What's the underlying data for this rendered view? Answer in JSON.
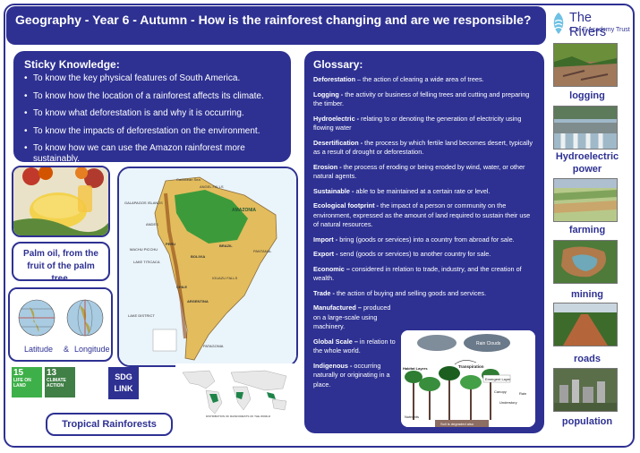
{
  "header": {
    "title": "Geography - Year 6 - Autumn - How is the rainforest changing and are we responsible?",
    "logo_name": "The Rivers",
    "logo_subtitle": "C of E Academy Trust"
  },
  "sticky_knowledge": {
    "heading": "Sticky Knowledge:",
    "items": [
      "To know the key physical features of South America.",
      "To know how the location of a rainforest affects its climate.",
      "To know what deforestation is and why it is occurring.",
      "To know the impacts of deforestation on the environment.",
      "To know how we can use the Amazon rainforest more sustainably."
    ]
  },
  "glossary": {
    "heading": "Glossary:",
    "entries": [
      {
        "term": "Deforestation",
        "def": " – the action of clearing a wide area of trees."
      },
      {
        "term": "Logging -",
        "def": " the activity or business of felling trees and cutting and preparing the timber."
      },
      {
        "term": "Hydroelectric -",
        "def": " relating to or denoting the generation of electricity using flowing water"
      },
      {
        "term": "Desertification -",
        "def": " the process by which fertile land becomes desert, typically as a result of drought or deforestation."
      },
      {
        "term": "Erosion -",
        "def": " the process of eroding or being eroded by wind, water, or other natural agents."
      },
      {
        "term": "Sustainable -",
        "def": " able to be maintained at a certain rate or level."
      },
      {
        "term": "Ecological footprint -",
        "def": " the impact of a person or community on the environment, expressed as the amount of land required to sustain their use of natural resources."
      },
      {
        "term": "Import -",
        "def": " bring (goods or services) into a country from abroad for sale."
      },
      {
        "term": "Export -",
        "def": " send (goods or services) to another country for sale."
      },
      {
        "term": "Economic –",
        "def": " considered in relation to trade, industry, and the creation of wealth."
      },
      {
        "term": "Trade -",
        "def": " the action of buying and selling goods and services."
      },
      {
        "term": "Manufactured –",
        "def": " produced on a large-scale using machinery."
      },
      {
        "term": "Global Scale –",
        "def": " in relation to the whole world."
      },
      {
        "term": "Indigenous -",
        "def": " occurring naturally or originating in a place."
      }
    ]
  },
  "captions": {
    "palm_oil": "Palm oil, from the fruit of the palm tree.",
    "latitude": "Latitude",
    "ampersand": "&",
    "longitude": "Longitude",
    "tropical": "Tropical Rainforests",
    "sdg_link": "SDG LINK"
  },
  "sdg": [
    {
      "num": "15",
      "text": "LIFE ON LAND",
      "color": "#3eb049"
    },
    {
      "num": "13",
      "text": "CLIMATE ACTION",
      "color": "#407f46"
    }
  ],
  "side_images": [
    {
      "label": "logging",
      "icon": "logging-photo"
    },
    {
      "label": "Hydroelectric power",
      "icon": "dam-photo"
    },
    {
      "label": "farming",
      "icon": "farmland-photo"
    },
    {
      "label": "mining",
      "icon": "mine-photo"
    },
    {
      "label": "roads",
      "icon": "road-photo"
    },
    {
      "label": "population",
      "icon": "city-photo"
    }
  ],
  "map_labels": {
    "amazonia": "AMAZONIA",
    "pantanal": "PANTANAL",
    "patagonia": "PATAGONIA",
    "andes": "ANDES",
    "caribbean": "Caribbean Sea",
    "iguazu": "IGUAZU FALLS",
    "lake_district": "LAKE DISTRICT",
    "brazil": "BRAZIL",
    "peru": "PERU",
    "bolivia": "BOLIVIA",
    "argentina": "ARGENTINA",
    "chile": "CHILE",
    "galapagos": "GALAPAGOS ISLANDS",
    "angel_falls": "ANGEL FALLS",
    "machu_picchu": "MACHU PICCHU",
    "lake_titicaca": "LAKE TITICACA"
  },
  "world_map_caption": "DISTRIBUTION OF RAINFORESTS OF THE WORLD",
  "forest_diagram": {
    "rain_clouds": "Rain Clouds",
    "transpiration": "Transpiration",
    "layers_title": "Habitat Layers",
    "emergent": "Emergent Layer",
    "canopy": "Canopy",
    "understory": "Understory",
    "rain": "Rain",
    "nutrients": "Nutrients",
    "soil": "Soil is degraded also"
  },
  "colors": {
    "navy": "#2e3192",
    "white": "#ffffff"
  }
}
